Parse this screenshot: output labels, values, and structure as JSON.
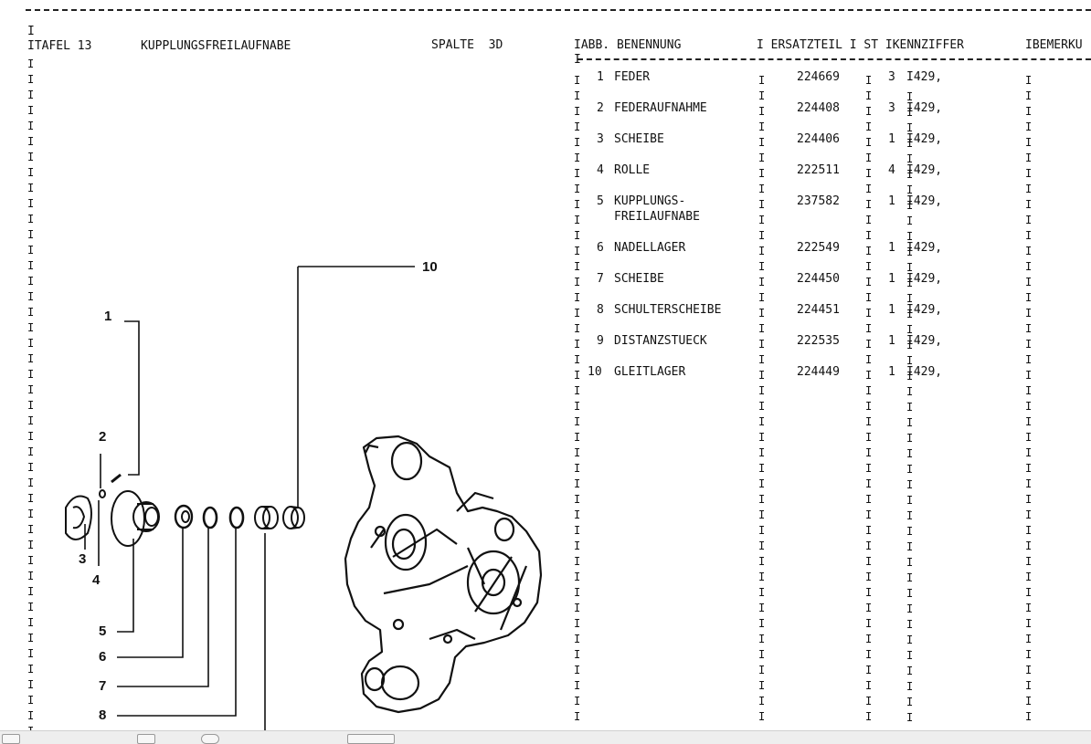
{
  "header": {
    "top_i": "I",
    "tafel": "ITAFEL 13",
    "title": "KUPPLUNGSFREILAUFNABE",
    "spalte": "SPALTE  3D",
    "col_abb": "IABB. BENENNUNG",
    "col_ersatzteil": "I ERSATZTEIL I ST IKENNZIFFER",
    "col_bemerk": "IBEMERKU",
    "dash_marker": "I"
  },
  "parts": [
    {
      "num": "1",
      "name": "FEDER",
      "part_no": "224669",
      "qty": "3",
      "code": "I429,"
    },
    {
      "num": "2",
      "name": "FEDERAUFNAHME",
      "part_no": "224408",
      "qty": "3",
      "code": "I429,"
    },
    {
      "num": "3",
      "name": "SCHEIBE",
      "part_no": "224406",
      "qty": "1",
      "code": "I429,"
    },
    {
      "num": "4",
      "name": "ROLLE",
      "part_no": "222511",
      "qty": "4",
      "code": "I429,"
    },
    {
      "num": "5",
      "name": "KUPPLUNGS-",
      "name2": "FREILAUFNABE",
      "part_no": "237582",
      "qty": "1",
      "code": "I429,"
    },
    {
      "num": "6",
      "name": "NADELLAGER",
      "part_no": "222549",
      "qty": "1",
      "code": "I429,"
    },
    {
      "num": "7",
      "name": "SCHEIBE",
      "part_no": "224450",
      "qty": "1",
      "code": "I429,"
    },
    {
      "num": "8",
      "name": "SCHULTERSCHEIBE",
      "part_no": "224451",
      "qty": "1",
      "code": "I429,"
    },
    {
      "num": "9",
      "name": "DISTANZSTUECK",
      "part_no": "222535",
      "qty": "1",
      "code": "I429,"
    },
    {
      "num": "10",
      "name": "GLEITLAGER",
      "part_no": "224449",
      "qty": "1",
      "code": "I429,"
    }
  ],
  "diagram_labels": {
    "l1": "1",
    "l2": "2",
    "l3": "3",
    "l4": "4",
    "l5": "5",
    "l6": "6",
    "l7": "7",
    "l8": "8",
    "l10": "10"
  }
}
